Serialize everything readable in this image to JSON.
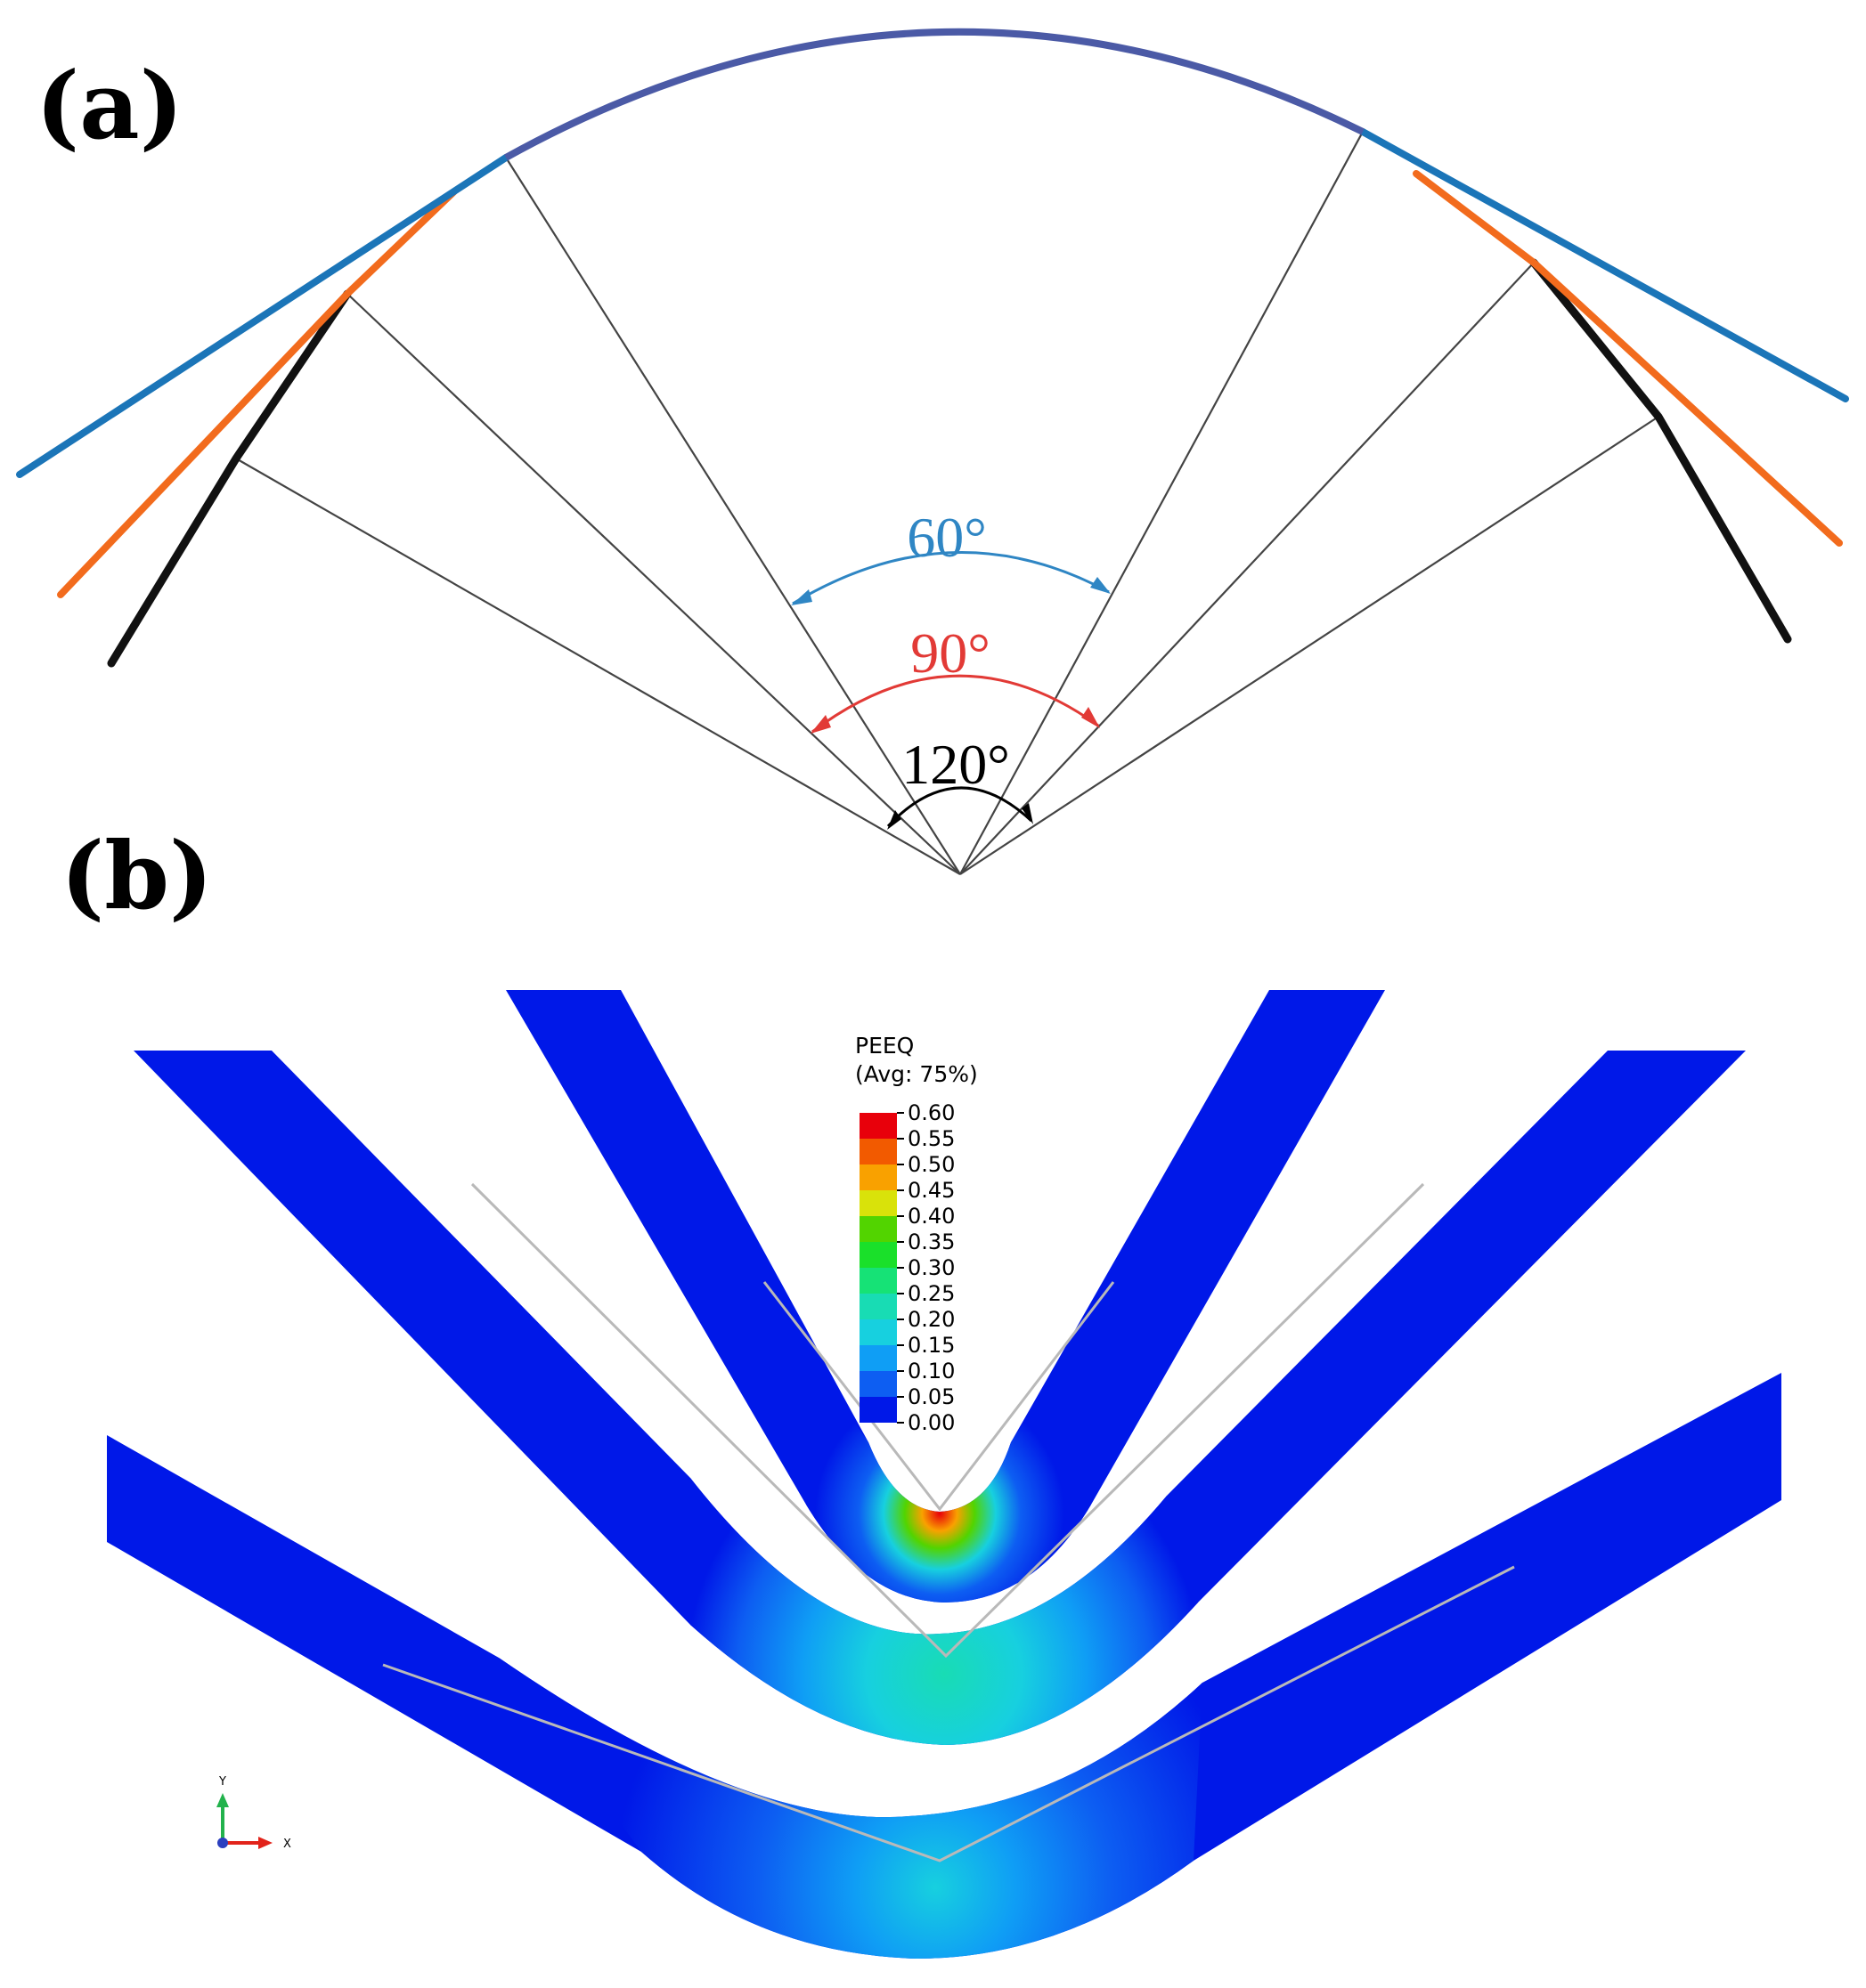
{
  "panel_a": {
    "label": "(a)",
    "angles": [
      {
        "text": "60°",
        "color": "#2f86c4"
      },
      {
        "text": "90°",
        "color": "#e23a36"
      },
      {
        "text": "120°",
        "color": "#000000"
      }
    ],
    "line_colors": {
      "arc": "#4b5aa6",
      "blue": "#1b75b8",
      "orange": "#f26b1d",
      "black": "#111111"
    }
  },
  "panel_b": {
    "label": "(b)",
    "legend": {
      "title": "PEEQ",
      "subtitle": "(Avg: 75%)",
      "ticks": [
        "0.60",
        "0.55",
        "0.50",
        "0.45",
        "0.40",
        "0.35",
        "0.30",
        "0.25",
        "0.20",
        "0.15",
        "0.10",
        "0.05",
        "0.00"
      ],
      "colors": [
        "#e8000b",
        "#f25a00",
        "#f9a100",
        "#d9e20a",
        "#52d400",
        "#1ae02a",
        "#16e276",
        "#18dcb4",
        "#17d0df",
        "#0f9ef5",
        "#0d5ef2",
        "#0018e8"
      ]
    },
    "axis_triad": {
      "y_label": "Y",
      "x_label": "X"
    }
  }
}
